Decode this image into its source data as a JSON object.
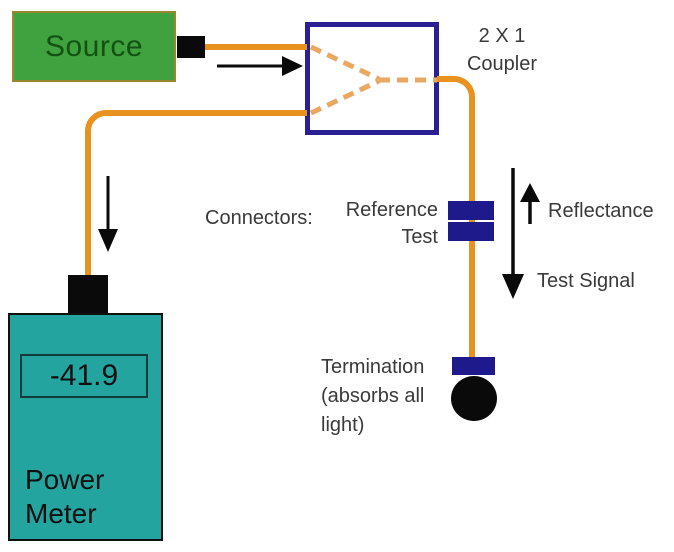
{
  "diagram": {
    "source_label": "Source",
    "coupler_label_line1": "2 X 1",
    "coupler_label_line2": "Coupler",
    "connectors_caption": "Connectors:",
    "connector_top_label": "Reference",
    "connector_bottom_label": "Test",
    "reflectance_label": "Reflectance",
    "test_signal_label": "Test Signal",
    "termination_line1": "Termination",
    "termination_line2": "(absorbs all",
    "termination_line3": "light)",
    "meter_reading": "-41.9",
    "meter_label_line1": "Power",
    "meter_label_line2": "Meter",
    "colors": {
      "fiber_orange": "#e8931f",
      "fiber_dashed_orange": "#eaa75f",
      "coupler_border_navy": "#2a2093",
      "connector_navy": "#1f1a8c",
      "source_green": "#3fa23f",
      "source_border_olive": "#99862e",
      "source_text_green": "#145214",
      "meter_teal": "#24a49e",
      "annotation_text": "#3a3a3a",
      "arrow_black": "#000000"
    }
  }
}
